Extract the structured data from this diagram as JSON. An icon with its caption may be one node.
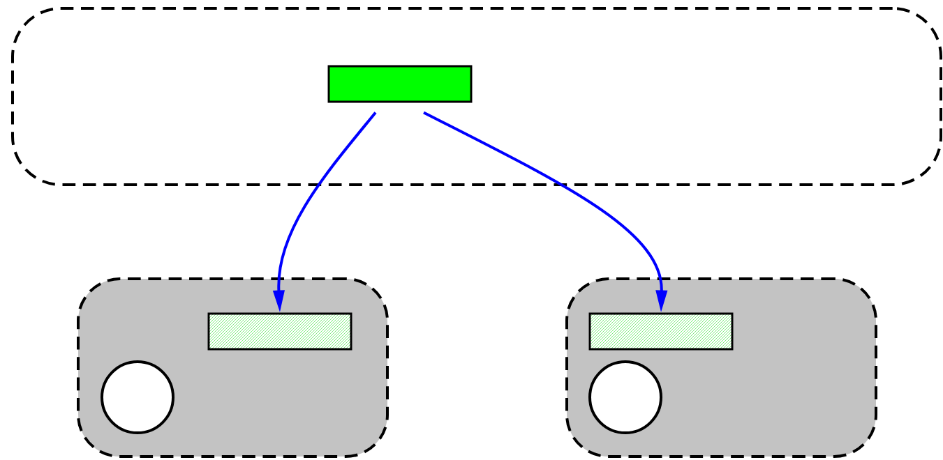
{
  "diagram": {
    "nodes": [
      {
        "text": [],
        "shape": "box"
      },
      {
        "text": [],
        "shape": "box",
        "in": 0
      },
      {
        "text": [],
        "shape": "box"
      },
      {
        "text": [],
        "shape": "box",
        "in": 2
      },
      {
        "text": [],
        "shape": "circle",
        "in": 2
      },
      {
        "text": [],
        "shape": "box"
      },
      {
        "text": [],
        "shape": "box",
        "in": 5
      },
      {
        "text": [],
        "shape": "circle",
        "in": 5
      }
    ],
    "edges": [
      {
        "from": 1,
        "to": 3,
        "arrow": "to"
      },
      {
        "from": 1,
        "to": 6,
        "arrow": "to"
      }
    ]
  }
}
